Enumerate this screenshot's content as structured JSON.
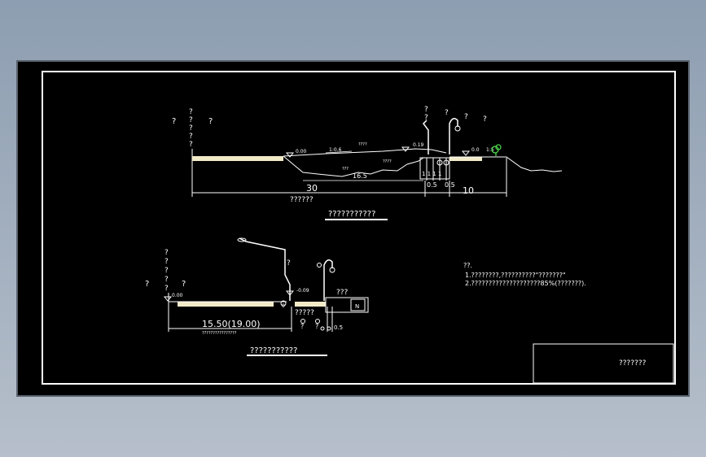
{
  "colors": {
    "background": "#8d9eb1",
    "canvas": "#000000",
    "line": "#ffffff",
    "beige": "#f2ebc8",
    "green": "#4ee04e"
  },
  "section1": {
    "title": "???????????",
    "q_stack": [
      "?",
      "?",
      "?",
      "?",
      "?"
    ],
    "q_left": "?",
    "q_right": "?",
    "elev_left": "0.00",
    "slope_left": "1:0.6",
    "bed_left": "????",
    "elev_mid": "0.19",
    "bed_low": "???",
    "bed_mid": "????",
    "dim_bed": "16.5",
    "elev_right": "0.0",
    "slope_right": "1:5",
    "lamp_q1": "?",
    "lamp_q2": "?",
    "lamp_q3": "?",
    "lamp_q4": "?",
    "lamp_q5": "?",
    "dim_total": "30",
    "dim_walk1": "0.5",
    "dim_walk2": "0.5",
    "dim_right": "10",
    "ticks": "1 1 1 1",
    "label_total": "??????"
  },
  "section2": {
    "title": "???????????",
    "q_stack": [
      "?",
      "?",
      "?",
      "?",
      "?"
    ],
    "q_left": "?",
    "q_right": "?",
    "elev_left": "0.00",
    "elev_mid": "-0.09",
    "elev_center": "0",
    "lamp_q": "?",
    "label_tree": "???",
    "label_below": "?????",
    "label_n": "N",
    "dim_main": "15.50(19.00)",
    "dim_main_sub": "????????????????",
    "q_under1": "?",
    "q_under2": "?",
    "dim_small": "0.5"
  },
  "notes": {
    "heading": "??.",
    "line1": "1.????????,??????????\"???????\"",
    "line2": "2.????????????????????85%(???????)."
  },
  "title_block": {
    "text": "???????"
  }
}
